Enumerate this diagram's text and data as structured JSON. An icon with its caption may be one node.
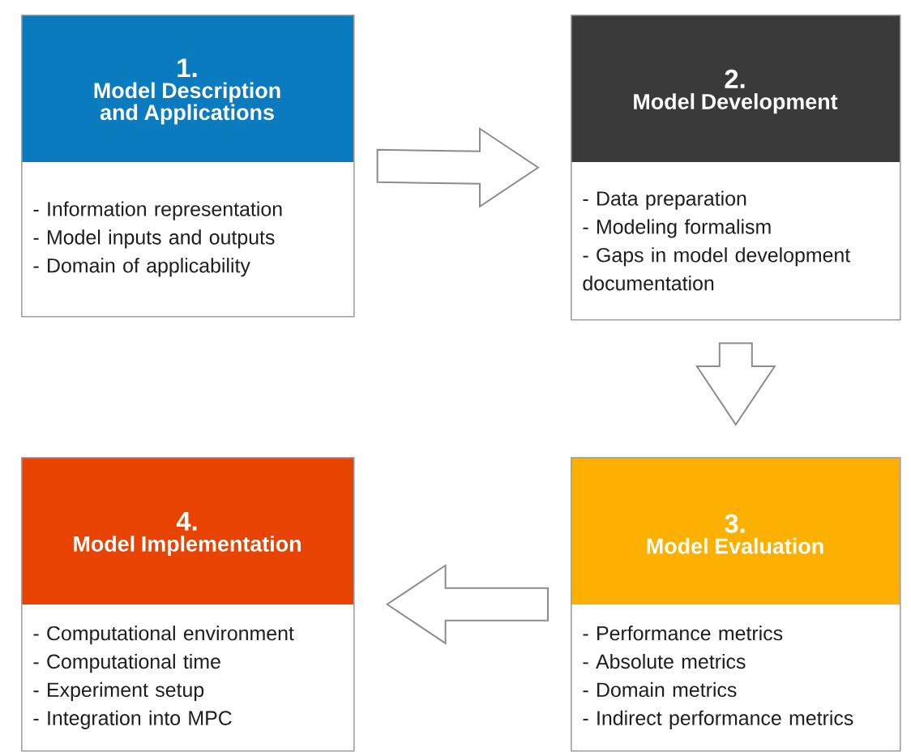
{
  "diagram": {
    "nodes": [
      {
        "text": [
          "1.",
          "Model Description and Applications",
          "- Information representation",
          "- Model inputs and outputs",
          "- Domain of applicability"
        ]
      },
      {
        "text": [
          "2.",
          "Model Development",
          "- Data preparation",
          "- Modeling formalism",
          "- Gaps in model development documentation"
        ]
      },
      {
        "text": [
          "3.",
          "Model Evaluation",
          "- Performance metrics",
          "- Absolute metrics",
          "- Domain metrics",
          "- Indirect performance metrics"
        ]
      },
      {
        "text": [
          "4.",
          "Model Implementation",
          "- Computational environment",
          "- Computational time",
          "- Experiment setup",
          "- Integration into MPC"
        ]
      }
    ],
    "edges": [
      {
        "from": 0,
        "to": 1,
        "arrow": "to"
      },
      {
        "from": 1,
        "to": 2,
        "arrow": "to"
      },
      {
        "from": 2,
        "to": 3,
        "arrow": "to"
      }
    ]
  }
}
